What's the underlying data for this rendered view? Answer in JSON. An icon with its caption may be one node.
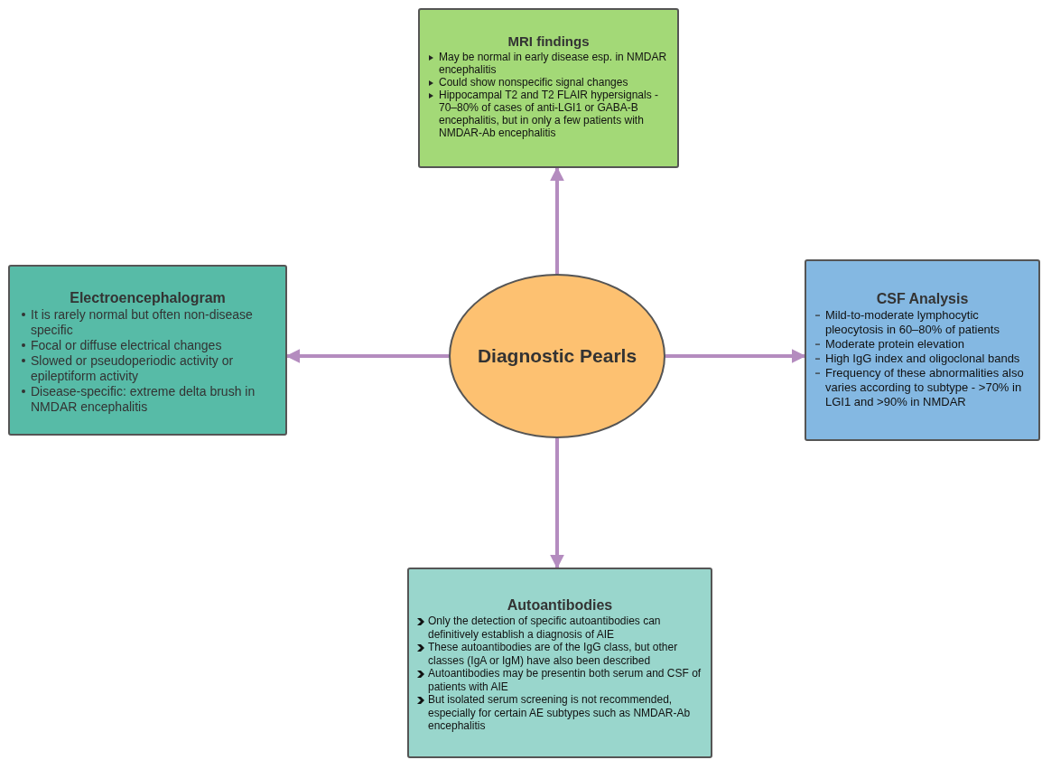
{
  "diagram": {
    "nodes": [
      {
        "text": [
          "MRI findings",
          "May be normal in early disease esp. in NMDAR encephalitis",
          "Could show nonspecific signal changes",
          "Hippocampal T2 and T2 FLAIR hypersignals - 70–80% of cases of anti-LGI1 or GABA-B encephalitis, but in only a few patients with NMDAR-Ab encephalitis"
        ]
      },
      {
        "text": [
          "Electroencephalogram",
          "It is rarely normal but often non-disease specific",
          "Focal or diffuse electrical changes",
          "Slowed or pseudoperiodic activity or epileptiform activity",
          "Disease-specific: extreme delta brush in NMDAR encephalitis"
        ]
      },
      {
        "text": [
          "Diagnostic Pearls"
        ]
      },
      {
        "text": [
          "CSF Analysis",
          "Mild-to-moderate lymphocytic pleocytosis in 60–80% of patients",
          "Moderate protein elevation",
          "High IgG index and oligoclonal bands",
          "Frequency of these abnormalities also varies according to subtype - >70% in LGI1 and >90% in NMDAR"
        ]
      },
      {
        "text": [
          "Autoantibodies",
          "Only the detection of specific autoantibodies can definitively establish a diagnosis of AIE",
          "These autoantibodies are of the IgG class, but other classes (IgA or IgM) have also been described",
          "Autoantibodies may be presentin both serum and CSF of patients with AIE",
          "But isolated serum screening is not recommended, especially for certain AE subtypes such as NMDAR-Ab encephalitis"
        ]
      }
    ],
    "edges": [
      {
        "from": 2,
        "to": 0,
        "arrow": "to"
      },
      {
        "from": 2,
        "to": 1,
        "arrow": "to"
      },
      {
        "from": 2,
        "to": 3,
        "arrow": "to"
      },
      {
        "from": 2,
        "to": 4,
        "arrow": "to"
      }
    ]
  }
}
